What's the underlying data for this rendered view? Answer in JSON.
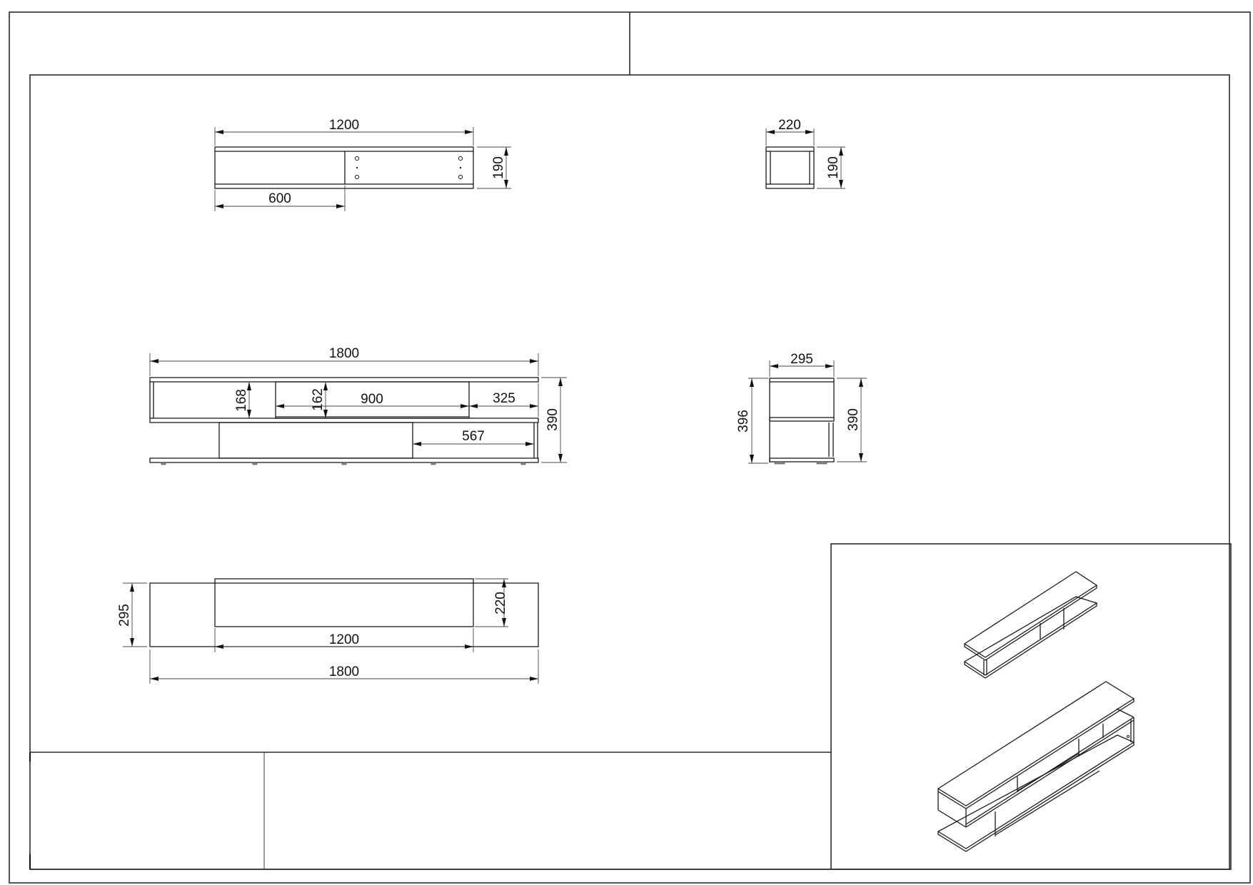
{
  "sheet": {
    "title_block_left": "",
    "title_block_right": "",
    "header_left": "",
    "header_right": ""
  },
  "views": {
    "top_elevation_small_unit": {
      "dims": {
        "width": "1200",
        "height": "190",
        "section": "600"
      }
    },
    "side_view_small_unit": {
      "dims": {
        "depth": "220",
        "height": "190"
      }
    },
    "front_elevation_large_unit": {
      "dims": {
        "width": "1800",
        "height": "390",
        "compartment_height": "168",
        "drawer_height": "162",
        "drawer_width": "900",
        "right_opening": "325",
        "lower_opening": "567"
      }
    },
    "side_view_large_unit": {
      "dims": {
        "depth": "295",
        "overall_height": "396",
        "height": "390"
      }
    },
    "plan_view": {
      "dims": {
        "depth": "295",
        "inner_depth": "220",
        "inner_width": "1200",
        "width": "1800"
      }
    },
    "isometric": {
      "label": ""
    }
  },
  "colors": {
    "line": "#1a1a1a",
    "background": "#ffffff"
  }
}
